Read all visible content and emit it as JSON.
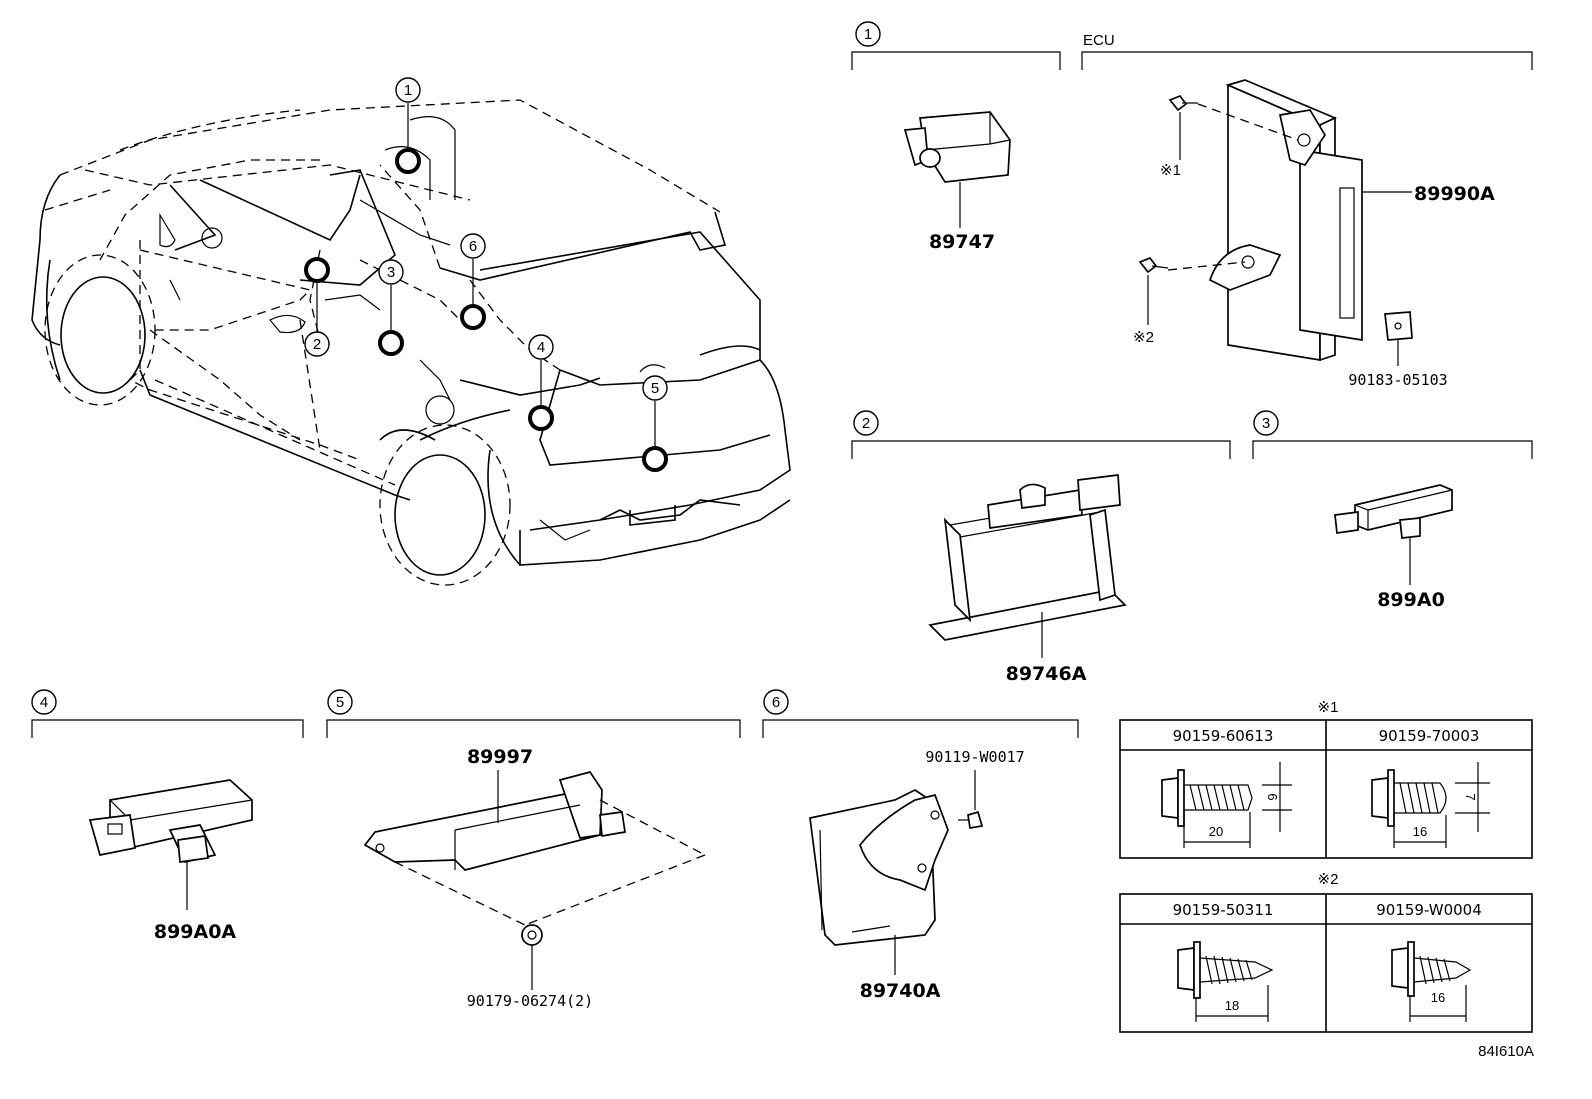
{
  "callouts": [
    "1",
    "2",
    "3",
    "4",
    "5",
    "6"
  ],
  "ecu_label": "ECU",
  "parts": {
    "p89747": "89747",
    "p89990A": "89990A",
    "p90183": "90183-05103",
    "p89746A": "89746A",
    "p899A0": "899A0",
    "p899A0A": "899A0A",
    "p89997": "89997",
    "p90179": "90179-06274(2)",
    "p90119": "90119-W0017",
    "p89740A": "89740A"
  },
  "notes": {
    "n1": "※1",
    "n2": "※2"
  },
  "bolt_table_1": {
    "title": "※1",
    "columns": [
      {
        "part": "90159-60613",
        "length": "20",
        "diameter": "6"
      },
      {
        "part": "90159-70003",
        "length": "16",
        "diameter": "7"
      }
    ]
  },
  "bolt_table_2": {
    "title": "※2",
    "columns": [
      {
        "part": "90159-50311",
        "length": "18"
      },
      {
        "part": "90159-W0004",
        "length": "16"
      }
    ]
  },
  "figure_code": "84I610A"
}
